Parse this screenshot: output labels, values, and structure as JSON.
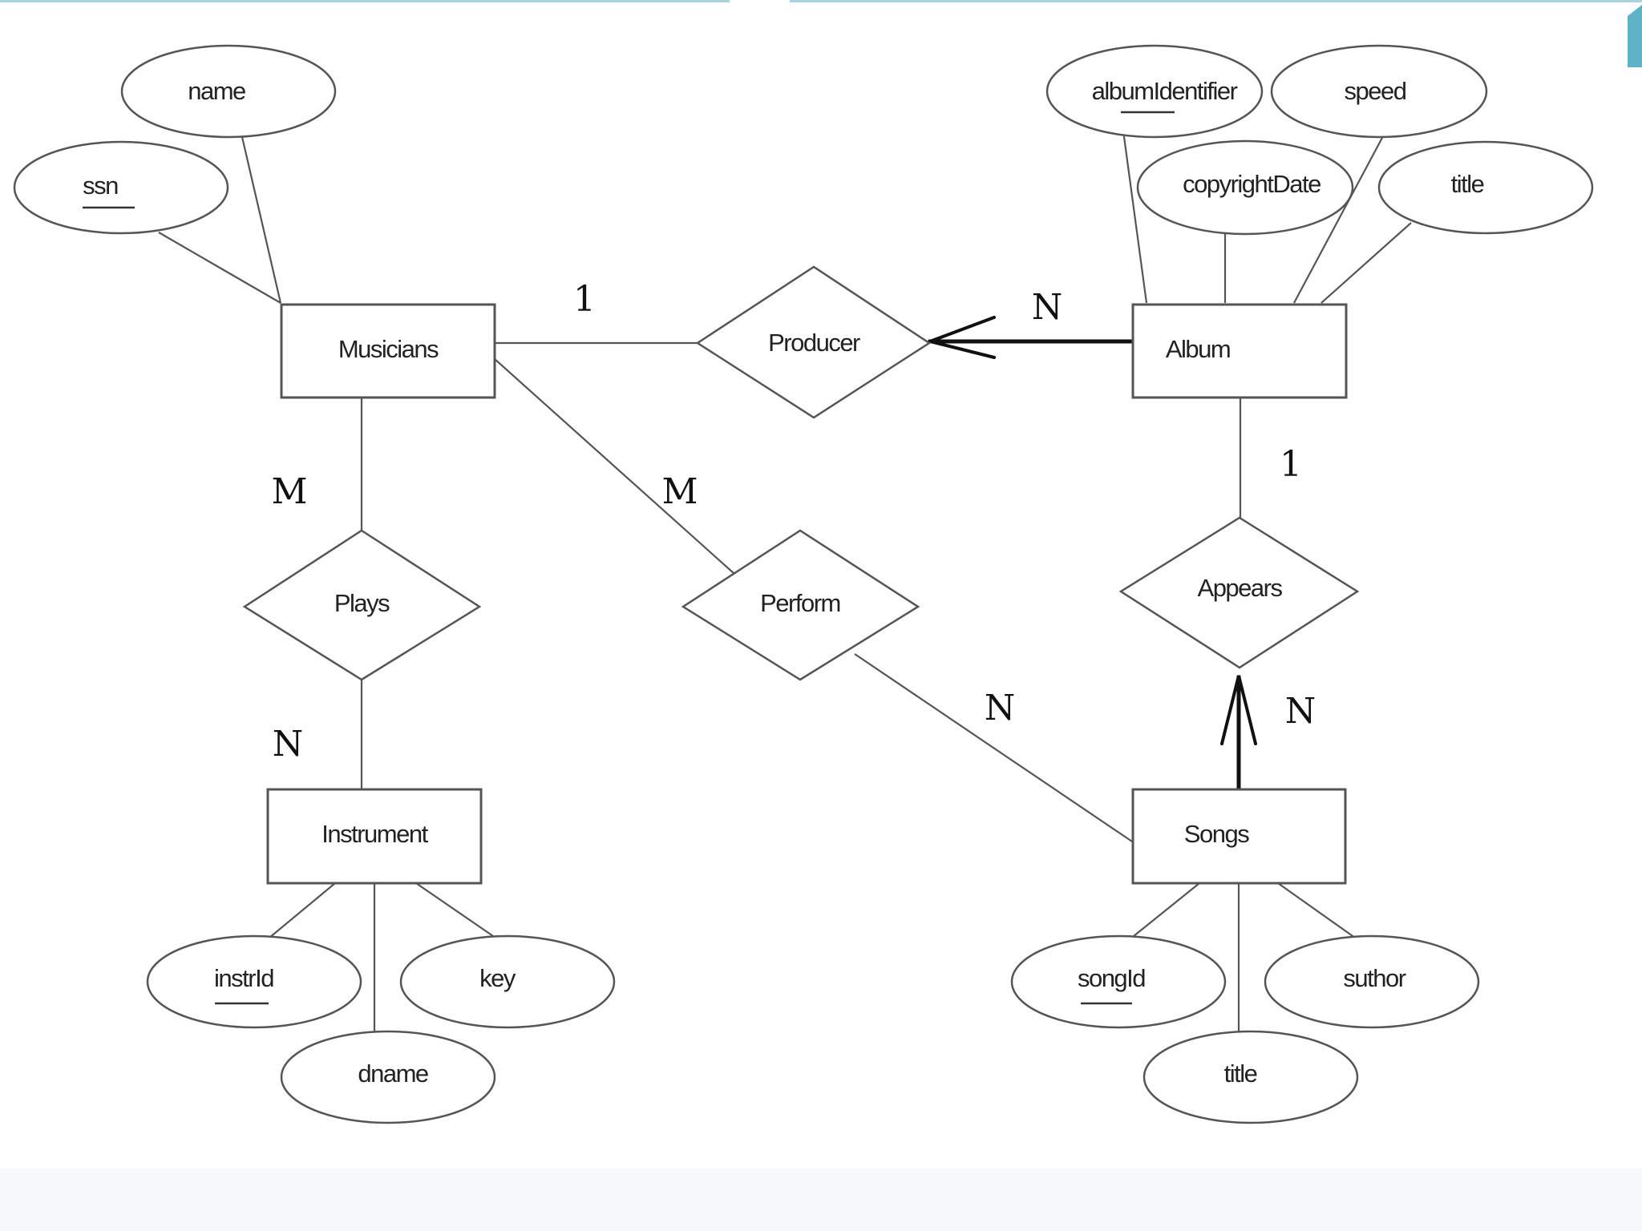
{
  "colors": {
    "background": "#ffffff",
    "line": "#555555",
    "bold_line": "#111111",
    "text": "#222222",
    "accent_band": "#5fb3c7"
  },
  "entities": {
    "musicians": "Musicians",
    "album": "Album",
    "instrument": "Instrument",
    "songs": "Songs"
  },
  "relationships": {
    "producer": "Producer",
    "plays": "Plays",
    "perform": "Perform",
    "appears": "Appears"
  },
  "attributes": {
    "musicians_name": "name",
    "musicians_ssn": "ssn",
    "album_identifier": "albumIdentifier",
    "album_speed": "speed",
    "album_copyright": "copyrightDate",
    "album_title": "title",
    "instrument_id": "instrId",
    "instrument_key": "key",
    "instrument_dname": "dname",
    "songs_id": "songId",
    "songs_author": "suthor",
    "songs_title": "title"
  },
  "cardinalities": {
    "producer_musicians": "1",
    "producer_album": "N",
    "plays_musicians": "M",
    "plays_instrument": "N",
    "perform_musicians": "M",
    "perform_songs": "N",
    "appears_album": "1",
    "appears_songs": "N"
  }
}
